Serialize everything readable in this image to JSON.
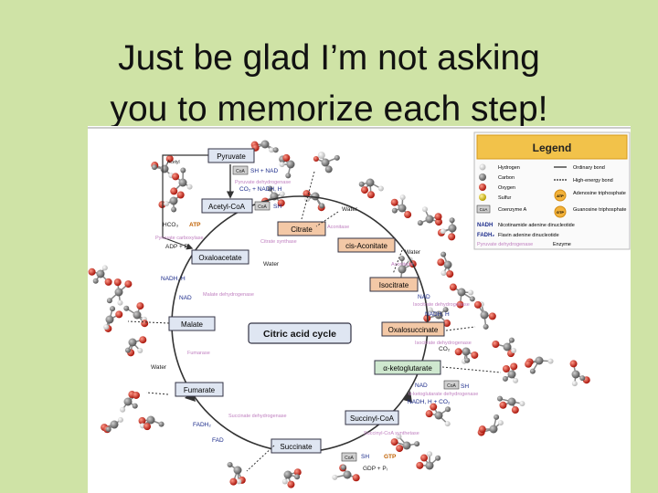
{
  "slide": {
    "title_line1": "Just be glad I’m not asking",
    "title_line2": "you to memorize each step!"
  },
  "center_label": "Citric acid cycle",
  "metabolites": {
    "pyruvate": "Pyruvate",
    "acetyl_coa": "Acetyl-CoA",
    "citrate": "Citrate",
    "cis_aconitate": "cis-Aconitate",
    "isocitrate": "Isocitrate",
    "oxalosuccinate": "Oxalosuccinate",
    "ketoglutarate": "α-ketoglutarate",
    "succinyl_coa": "Succinyl-CoA",
    "succinate": "Succinate",
    "fumarate": "Fumarate",
    "malate": "Malate",
    "oxaloacetate": "Oxaloacetate"
  },
  "enzymes": {
    "pyruvate_dehydrogenase": "Pyruvate dehydrogenase",
    "pyruvate_carboxylase": "Pyruvate carboxylase",
    "citrate_synthase": "Citrate synthase",
    "aconitase_1": "Aconitase",
    "aconitase_2": "Aconitase",
    "isocitrate_dehydrogenase": "Isocitrate dehydrogenase",
    "isocitrate_dehydrogenase_2": "Isocitrate dehydrogenase",
    "ketoglutarate_dehydrogenase": "α-ketoglutarate dehydrogenase",
    "succinyl_coa_synthetase": "Succinyl-CoA synthetase",
    "succinate_dehydrogenase": "Succinate dehydrogenase",
    "fumarase": "Fumarase",
    "malate_dehydrogenase": "Malate dehydrogenase"
  },
  "cofactors": {
    "acetyl": "Acetyl",
    "coa": "CoA",
    "sh": "SH",
    "sh_nad": "SH + NAD",
    "co2_nadh": "CO₂ + NADH, H",
    "hco3": "HCO₃",
    "atp": "ATP",
    "adp_pi": "ADP + Pᵢ",
    "water_1": "Water",
    "water_2": "Water",
    "water_3": "Water",
    "water_4": "Water",
    "nad_1": "NAD",
    "nadh_1": "NADH, H",
    "co2": "CO₂",
    "nad_2": "NAD",
    "nadh_co2": "NADH, H + CO₂",
    "gdp_pi": "GDP + Pᵢ",
    "gtp": "GTP",
    "fadh2": "FADH₂",
    "fad": "FAD",
    "nadh_malate": "NADH, H",
    "nad_malate": "NAD"
  },
  "legend": {
    "title": "Legend",
    "hydrogen": "Hydrogen",
    "carbon": "Carbon",
    "oxygen": "Oxygen",
    "sulfur": "Sulfur",
    "coenzyme_a": "Coenzyme A",
    "ordinary_bond": "Ordinary bond",
    "high_energy_bond": "High-energy bond",
    "adenosine_tp": "Adenosine triphosphate",
    "guanosine_tp": "Guanosine triphosphate",
    "nadh_abbr": "NADH",
    "nadh_full": "Nicotinamide adenine dinucleotide",
    "fadh2_abbr": "FADH₂",
    "fadh2_full": "Flavin adenine dinucleotide",
    "enzyme_example": "Pyruvate dehydrogenase",
    "enzyme": "Enzyme",
    "atp_icon": "ATP",
    "gtp_icon": "GTP",
    "coa_icon": "CoA"
  },
  "colors": {
    "background": "#cfe3a6",
    "panel": "#ffffff",
    "metabolite_box": "#dfe6f2",
    "citrate_box": "#f3c8a6",
    "isocitrate_box": "#f3c8a6",
    "ketoglutarate_box": "#cfe8cf",
    "carbon": "#7f7f7f",
    "oxygen": "#d92b1f",
    "hydrogen": "#e8e8e8",
    "sulfur": "#e6d21e",
    "enzyme_text": "#c080c0",
    "arrow": "#333333"
  }
}
